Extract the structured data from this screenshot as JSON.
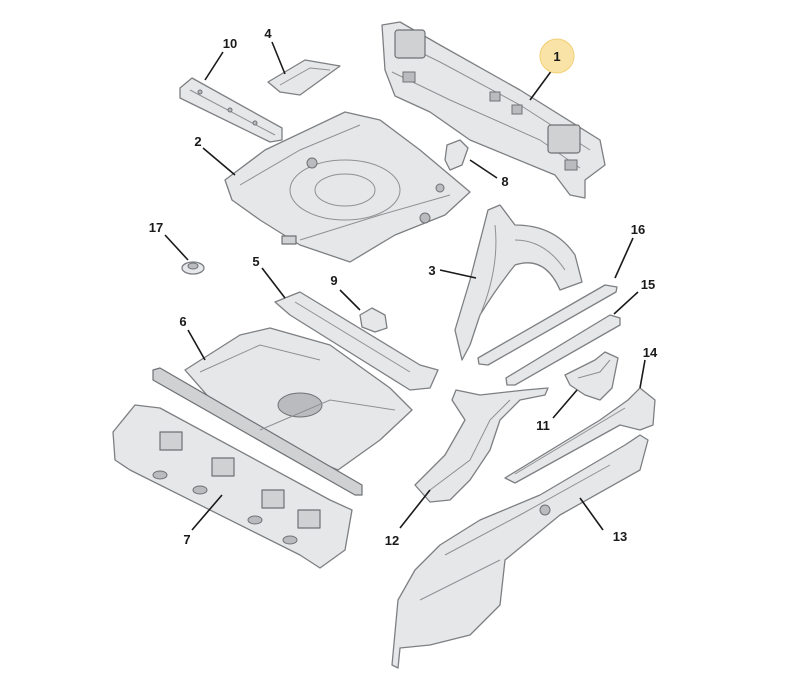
{
  "callouts": {
    "c1": "1",
    "c2": "2",
    "c3": "3",
    "c4": "4",
    "c5": "5",
    "c6": "6",
    "c7": "7",
    "c8": "8",
    "c9": "9",
    "c10": "10",
    "c11": "11",
    "c12": "12",
    "c13": "13",
    "c14": "14",
    "c15": "15",
    "c16": "16",
    "c17": "17"
  },
  "highlighted_callout": "1",
  "colors": {
    "part_fill": "#e6e7e8",
    "outline": "#7d7f82",
    "highlight": "#f9e3a6",
    "label": "#1a1a1a"
  }
}
